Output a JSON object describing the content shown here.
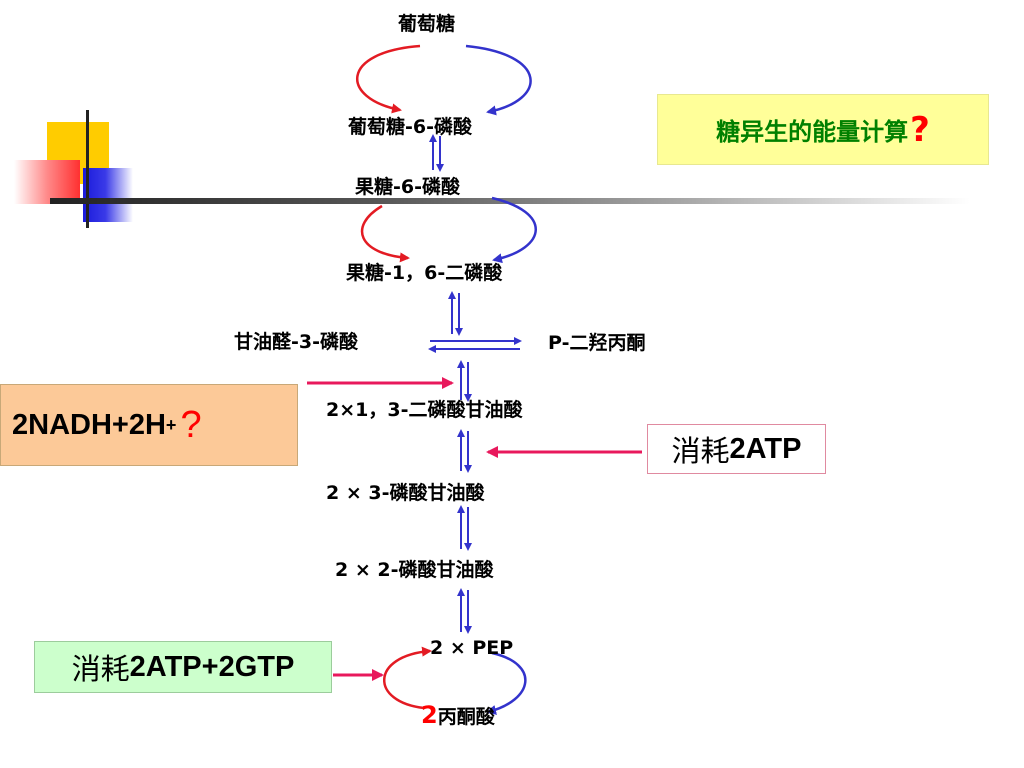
{
  "pathway": {
    "glucose": "葡萄糖",
    "g6p": "葡萄糖-6-磷酸",
    "f6p": "果糖-6-磷酸",
    "f16bp": "果糖-1，6-二磷酸",
    "gap": "甘油醛-3-磷酸",
    "dhap": "P-二羟丙酮",
    "bpg13": "2×1，3-二磷酸甘油酸",
    "pg3": "2 × 3-磷酸甘油酸",
    "pg2": "2 × 2-磷酸甘油酸",
    "pep": "2 × PEP",
    "pyruvate_num": "2",
    "pyruvate": "丙酮酸"
  },
  "annotations": {
    "title": "糖异生的能量计算",
    "title_q": "?",
    "nadh": "2NADH+2H",
    "nadh_sup": "+",
    "nadh_q": "?",
    "atp_prefix": "消耗",
    "atp_value": "2ATP",
    "atpgtp_prefix": "消耗",
    "atpgtp_value": "2ATP+2GTP"
  },
  "colors": {
    "red_arrow": "#e31b23",
    "blue_arrow": "#3333cc",
    "magenta_arrow": "#e8185c",
    "title_bg": "#ffff99",
    "title_text": "#008000",
    "nadh_bg": "#fcc998",
    "atpgtp_bg": "#ccffcc"
  }
}
